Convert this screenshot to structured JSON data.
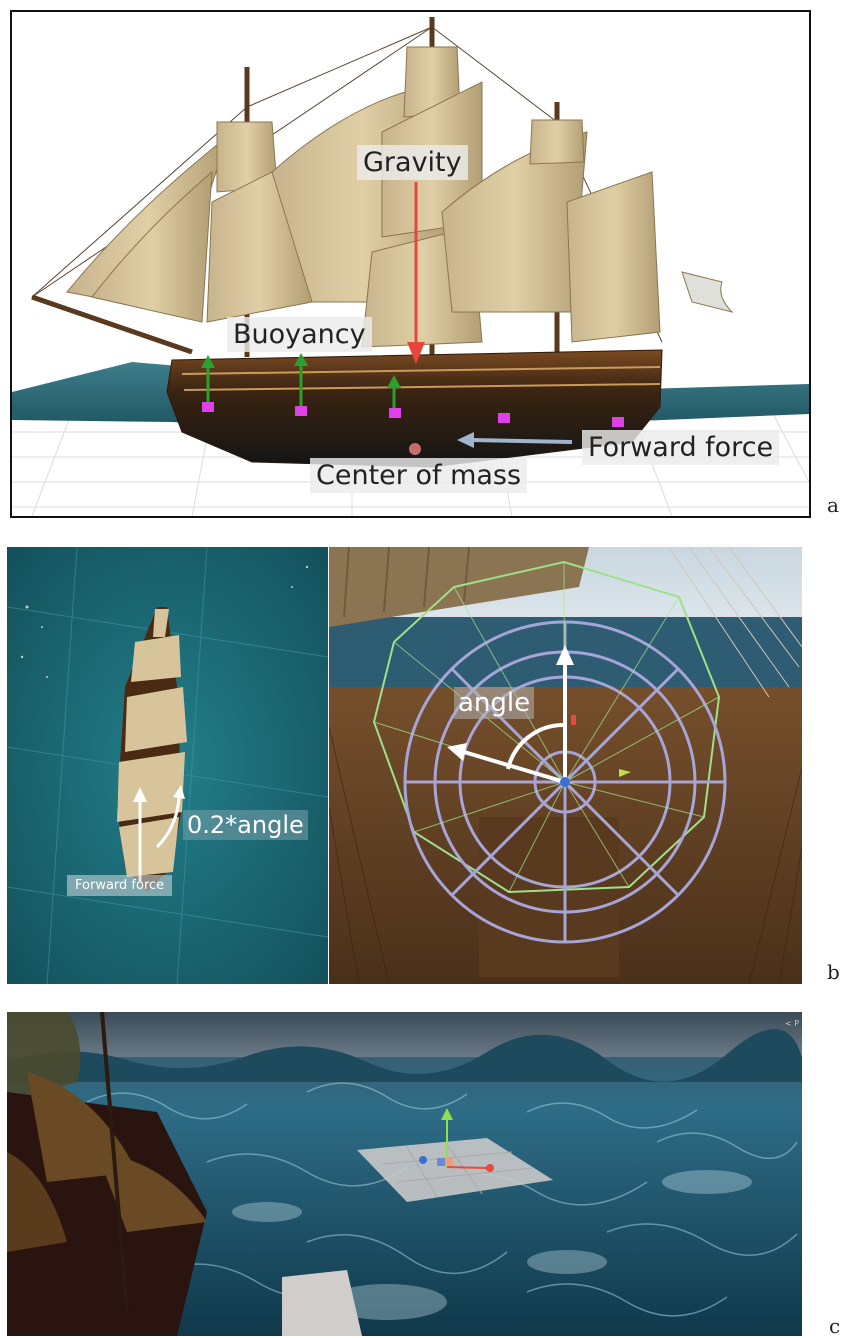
{
  "panel_a": {
    "letter": "a",
    "labels": {
      "gravity": "Gravity",
      "buoyancy": "Buoyancy",
      "forward_force": "Forward force",
      "center_of_mass": "Center of mass"
    },
    "colors": {
      "gravity_arrow": "#e8463c",
      "buoyancy_arrow": "#2ca02c",
      "force_point": "#e040e8"
    }
  },
  "panel_b": {
    "letter": "b",
    "left_labels": {
      "turn": "0.2*angle",
      "forward_force": "Forward force"
    },
    "right_labels": {
      "angle": "angle"
    }
  },
  "panel_c": {
    "letter": "c",
    "corner_text": "< P"
  }
}
